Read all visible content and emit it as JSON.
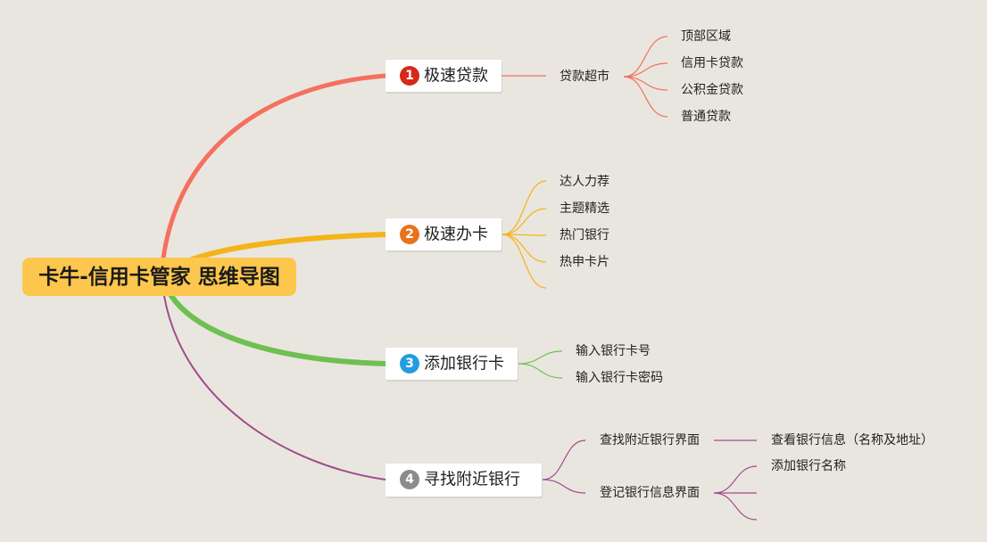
{
  "background": "#e9e6df",
  "root": {
    "title": "卡牛-信用卡管家 思维导图",
    "color": "#fdc64d"
  },
  "branches": [
    {
      "number": "1",
      "label": "极速贷款",
      "line_color": "#f4705f",
      "badge_color": "#d7281b",
      "children": [
        {
          "label": "贷款超市",
          "children": [
            {
              "label": "顶部区域"
            },
            {
              "label": "信用卡贷款"
            },
            {
              "label": "公积金贷款"
            },
            {
              "label": "普通贷款"
            }
          ]
        }
      ]
    },
    {
      "number": "2",
      "label": "极速办卡",
      "line_color": "#f5b31a",
      "badge_color": "#e8731d",
      "children": [
        {
          "label": "达人力荐"
        },
        {
          "label": "主题精选"
        },
        {
          "label": "热门银行"
        },
        {
          "label": "热申卡片"
        }
      ]
    },
    {
      "number": "3",
      "label": "添加银行卡",
      "line_color": "#6fc052",
      "badge_color": "#249ce0",
      "children": [
        {
          "label": "输入银行卡号"
        },
        {
          "label": "输入银行卡密码"
        }
      ]
    },
    {
      "number": "4",
      "label": "寻找附近银行",
      "line_color": "#a04b8d",
      "badge_color": "#8c8c8c",
      "children": [
        {
          "label": "查找附近银行界面",
          "children": [
            {
              "label": "查看银行信息（名称及地址）"
            }
          ]
        },
        {
          "label": "登记银行信息界面",
          "children": [
            {
              "label": "添加银行名称"
            }
          ]
        }
      ]
    }
  ]
}
